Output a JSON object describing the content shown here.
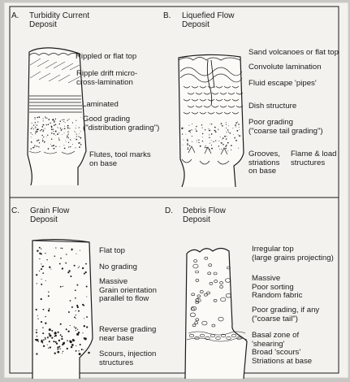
{
  "panels": {
    "a": {
      "letter": "A.",
      "title": [
        "Turbidity Current",
        "Deposit"
      ],
      "labels": {
        "rippled_top": "Rippled or flat top",
        "ripple_drift": [
          "Ripple drift micro-",
          "cross-lamination"
        ],
        "laminated": "Laminated",
        "good_grading": [
          "Good grading",
          "(\"distribution grading\")"
        ],
        "flutes": [
          "Flutes, tool marks",
          "on base"
        ]
      }
    },
    "b": {
      "letter": "B.",
      "title": [
        "Liquefied Flow",
        "Deposit"
      ],
      "labels": {
        "sand_volcanoes": "Sand volcanoes or flat top",
        "convolute": "Convolute lamination",
        "fluid_escape": "Fluid escape 'pipes'",
        "dish": "Dish structure",
        "poor_grading": [
          "Poor grading",
          "(\"coarse tail grading\")"
        ],
        "grooves": [
          "Grooves,",
          "striations",
          "on base"
        ],
        "flame": [
          "Flame & load",
          "structures"
        ]
      }
    },
    "c": {
      "letter": "C.",
      "title": [
        "Grain Flow",
        "Deposit"
      ],
      "labels": {
        "flat_top": "Flat top",
        "no_grading": "No grading",
        "massive": [
          "Massive",
          "Grain orientation",
          "parallel to flow"
        ],
        "reverse": [
          "Reverse grading",
          "near base"
        ],
        "scours": [
          "Scours, injection",
          "structures"
        ]
      }
    },
    "d": {
      "letter": "D.",
      "title": [
        "Debris Flow",
        "Deposit"
      ],
      "labels": {
        "irregular_top": [
          "Irregular top",
          "(large grains projecting)"
        ],
        "massive": [
          "Massive",
          "Poor sorting",
          "Random fabric"
        ],
        "poor_grading": [
          "Poor grading, if any",
          "(\"coarse tail\")"
        ],
        "basal": [
          "Basal zone of",
          "'shearing'",
          "Broad 'scours'",
          "Striations at base"
        ]
      }
    }
  },
  "colors": {
    "paper": "#f4f2ee",
    "ink": "#1b1b1b",
    "margin": "#c9c7c4"
  }
}
